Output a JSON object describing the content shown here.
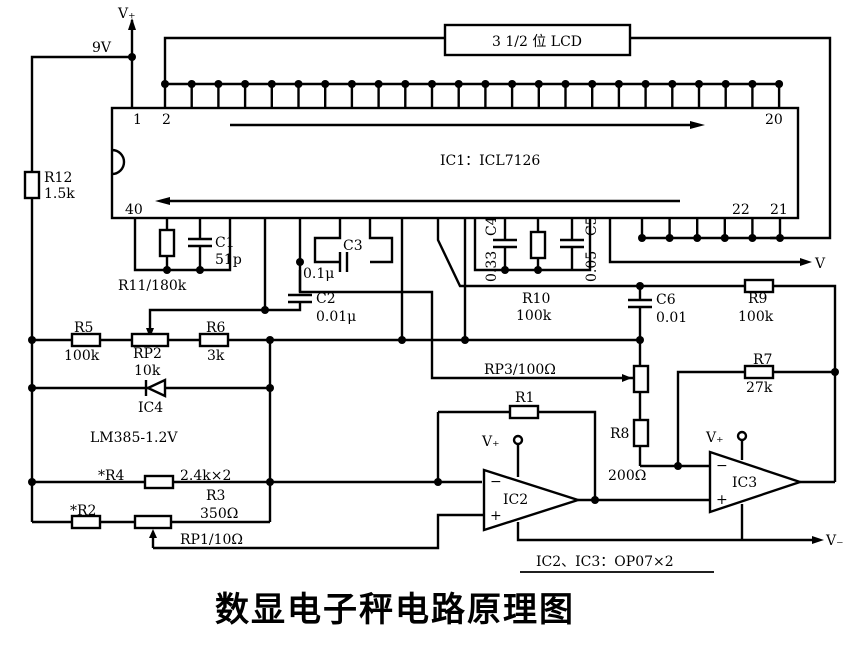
{
  "caption": "数显电子秤电路原理图",
  "ic1": {
    "label": "IC1：ICL7126",
    "pin1": "1",
    "pin2": "2",
    "pin20": "20",
    "pin40": "40",
    "pin22": "22",
    "pin21": "21"
  },
  "lcd": {
    "label": "3 1/2 位 LCD"
  },
  "supply": {
    "vplus": "V₊",
    "v9": "9V",
    "vminus": "V",
    "vminus_bottom": "V₋"
  },
  "components": {
    "r12": "R12",
    "r12_val": "1.5k",
    "r11": "R11/180k",
    "c1": "C1",
    "c1_val": "51p",
    "c3": "C3",
    "c3_val": "0.1μ",
    "c2": "C2",
    "c2_val": "0.01μ",
    "c4": "C4",
    "c4_val": "0.33",
    "c5": "C5",
    "c5_val": "0.05",
    "r10": "R10",
    "r10_val": "100k",
    "c6": "C6",
    "c6_val": "0.01",
    "r9": "R9",
    "r9_val": "100k",
    "r5": "R5",
    "r5_val": "100k",
    "rp2": "RP2",
    "rp2_val": "10k",
    "r6": "R6",
    "r6_val": "3k",
    "ic4": "IC4",
    "lm385": "LM385-1.2V",
    "rp3": "RP3/100Ω",
    "r7": "R7",
    "r7_val": "27k",
    "r1": "R1",
    "r8": "R8",
    "r8_val": "200Ω",
    "r4": "*R4",
    "r4_val": "2.4k×2",
    "r3": "R3",
    "r3_val": "350Ω",
    "r2": "*R2",
    "rp1": "RP1/10Ω",
    "ic2": "IC2",
    "ic3": "IC3",
    "vplus_ic2": "V₊",
    "vplus_ic3": "V₊",
    "opamp_note": "IC2、IC3：OP07×2"
  }
}
